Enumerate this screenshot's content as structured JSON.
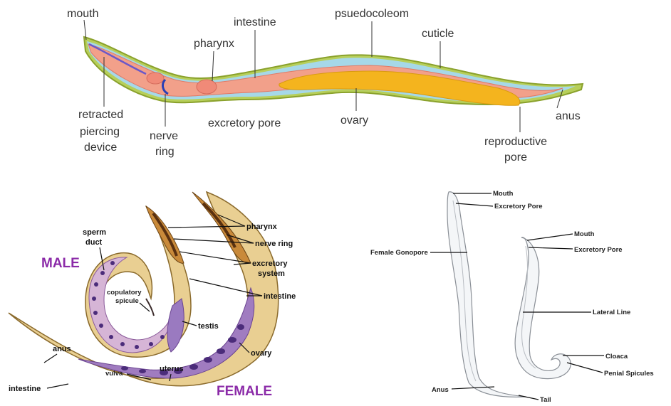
{
  "top_diagram": {
    "labels": {
      "mouth": "mouth",
      "intestine": "intestine",
      "psuedocoleom": "psuedocoleom",
      "cuticle": "cuticle",
      "pharynx": "pharynx",
      "retracted": "retracted",
      "piercing": "piercing",
      "device": "device",
      "nerve": "nerve",
      "ring": "ring",
      "excretory_pore": "excretory pore",
      "ovary": "ovary",
      "anus": "anus",
      "reproductive": "reproductive",
      "pore": "pore"
    }
  },
  "left_diagram": {
    "labels": {
      "sperm": "sperm",
      "duct": "duct",
      "male": "MALE",
      "copulatory": "copulatory",
      "spicule": "spicule",
      "pharynx": "pharynx",
      "nerve_ring": "nerve ring",
      "excretory": "excretory",
      "system": "system",
      "intestine": "intestine",
      "testis": "testis",
      "ovary": "ovary",
      "anus": "anus",
      "vulva": "vulva",
      "uterus": "uterus",
      "intestine_bottom": "intestine",
      "female": "FEMALE"
    }
  },
  "right_diagram": {
    "labels": {
      "mouth_f": "Mouth",
      "excretory_pore_f": "Excretory Pore",
      "female_gonopore": "Female Gonopore",
      "mouth_m": "Mouth",
      "excretory_pore_m": "Excretory Pore",
      "lateral_line": "Lateral Line",
      "cloaca": "Cloaca",
      "penial_spicules": "Penial Spicules",
      "anus": "Anus",
      "tail": "Tail"
    }
  },
  "colors": {
    "cuticle_green": "#a8c84a",
    "body_pink": "#f3a08c",
    "pseudocoel_blue": "#9fd3e8",
    "ovary_yellow": "#f2b21c",
    "female_purple": "#8b2aa8",
    "tan_body": "#e8c98a"
  }
}
